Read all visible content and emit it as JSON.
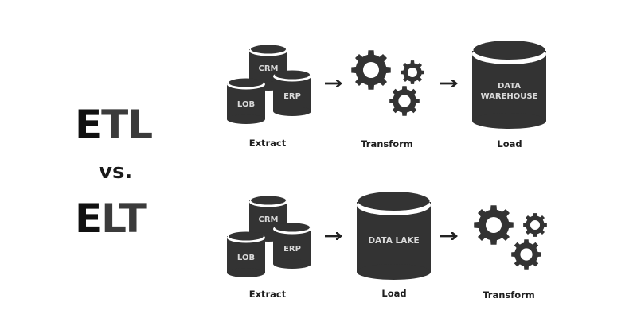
{
  "titles": {
    "etl": {
      "lead": "E",
      "rest": "TL"
    },
    "vs": "vs.",
    "elt": {
      "lead": "E",
      "rest": "LT"
    }
  },
  "colors": {
    "icon_fill": "#333333",
    "icon_text": "#d9d9d9",
    "lead_letter": "#111111",
    "title_text": "#3b3b3b",
    "background": "#ffffff"
  },
  "etl_row": {
    "sources": [
      "CRM",
      "LOB",
      "ERP"
    ],
    "warehouse": [
      "DATA",
      "WAREHOUSE"
    ],
    "labels": {
      "extract": "Extract",
      "transform": "Transform",
      "load": "Load"
    },
    "icons": [
      "database-cluster-icon",
      "arrow-right-icon",
      "gears-icon",
      "arrow-right-icon",
      "data-warehouse-icon"
    ]
  },
  "elt_row": {
    "sources": [
      "CRM",
      "LOB",
      "ERP"
    ],
    "lake": "DATA LAKE",
    "labels": {
      "extract": "Extract",
      "load": "Load",
      "transform": "Transform"
    },
    "icons": [
      "database-cluster-icon",
      "arrow-right-icon",
      "data-lake-icon",
      "arrow-right-icon",
      "gears-icon"
    ]
  }
}
